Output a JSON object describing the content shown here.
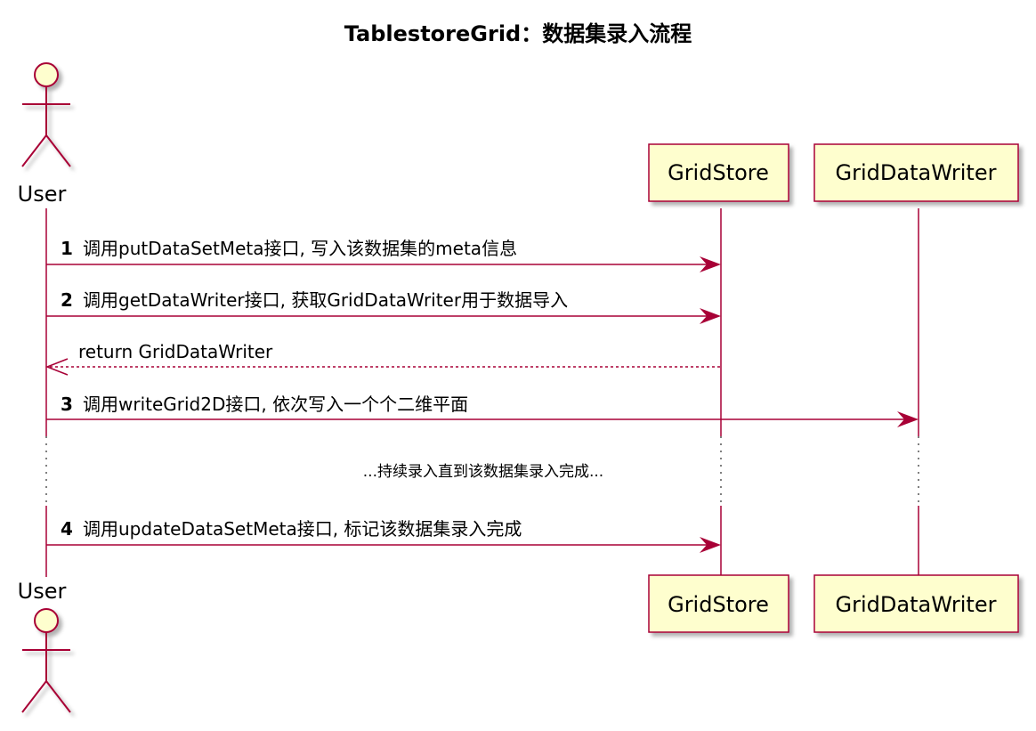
{
  "title": "TablestoreGrid：数据集录入流程",
  "participants": {
    "user": "User",
    "gridstore": "GridStore",
    "writer": "GridDataWriter"
  },
  "messages": [
    {
      "num": "1",
      "text": "调用putDataSetMeta接口, 写入该数据集的meta信息"
    },
    {
      "num": "2",
      "text": "调用getDataWriter接口, 获取GridDataWriter用于数据导入"
    },
    {
      "num": "",
      "text": "return GridDataWriter"
    },
    {
      "num": "3",
      "text": "调用writeGrid2D接口, 依次写入一个个二维平面"
    },
    {
      "num": "4",
      "text": "调用updateDataSetMeta接口, 标记该数据集录入完成"
    }
  ],
  "divider": "...持续录入直到该数据集录入完成...",
  "colors": {
    "line": "#A80036",
    "box_fill": "#FEFECE",
    "box_border": "#A80036"
  }
}
